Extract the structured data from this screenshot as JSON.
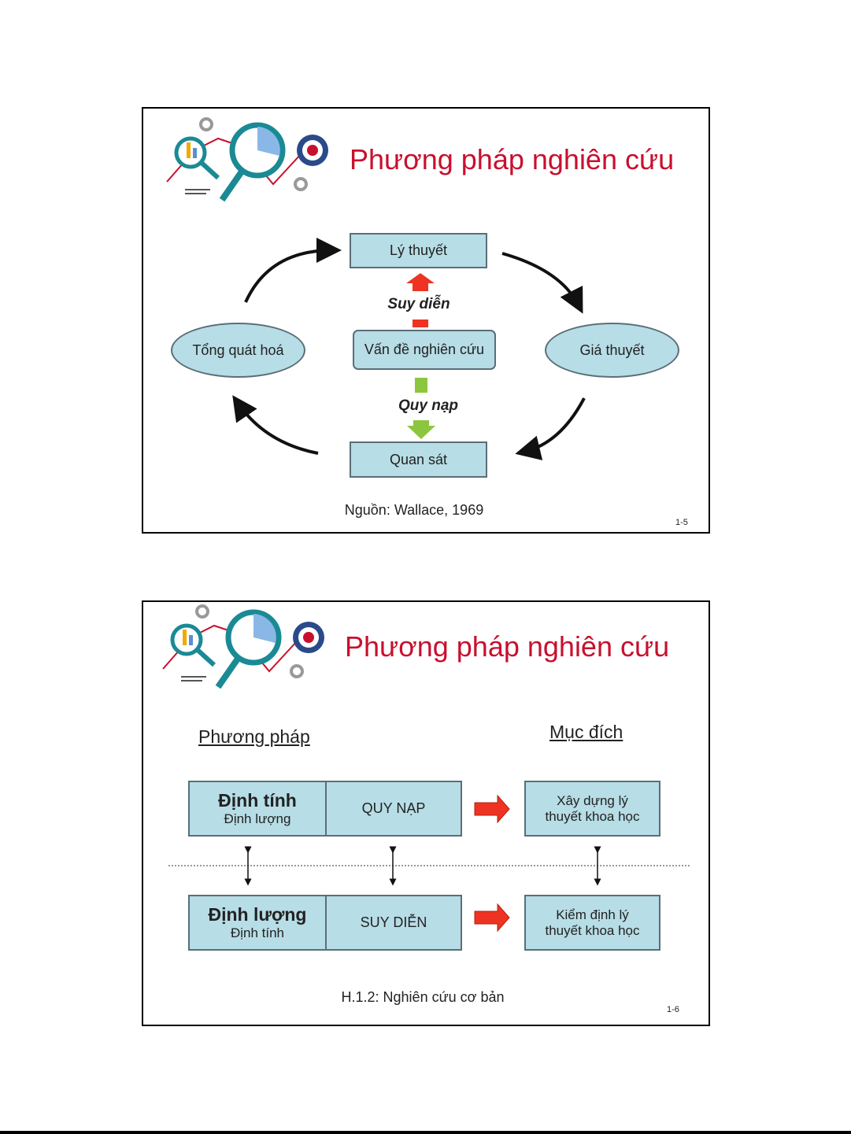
{
  "colors": {
    "title": "#c8102e",
    "box_fill": "#b7dde6",
    "up_arrow": "#ee3322",
    "down_arrow": "#8cc63f"
  },
  "slide1": {
    "title": "Phương pháp nghiên cứu",
    "logo_icon": "research-magnifier-logo",
    "nodes": {
      "theory": "Lý thuyết",
      "problem": "Vấn đề nghiên cứu",
      "observation": "Quan sát",
      "generalization": "Tổng quát hoá",
      "hypothesis": "Giá thuyết"
    },
    "deduction_label": "Suy diễn",
    "induction_label": "Quy nạp",
    "source": "Nguồn: Wallace, 1969",
    "page_number": "1-5"
  },
  "slide2": {
    "title": "Phương pháp nghiên cứu",
    "logo_icon": "research-magnifier-logo",
    "method_heading": "Phương pháp",
    "purpose_heading": "Mục đích",
    "rows": [
      {
        "primary": "Định tính",
        "secondary": "Định lượng",
        "method": "QUY NẠP",
        "purpose_line1": "Xây dựng lý",
        "purpose_line2": "thuyết khoa học"
      },
      {
        "primary": "Định lượng",
        "secondary": "Định tính",
        "method": "SUY DIỄN",
        "purpose_line1": "Kiểm định lý",
        "purpose_line2": "thuyết khoa học"
      }
    ],
    "caption": "H.1.2: Nghiên cứu cơ bản",
    "page_number": "1-6"
  }
}
